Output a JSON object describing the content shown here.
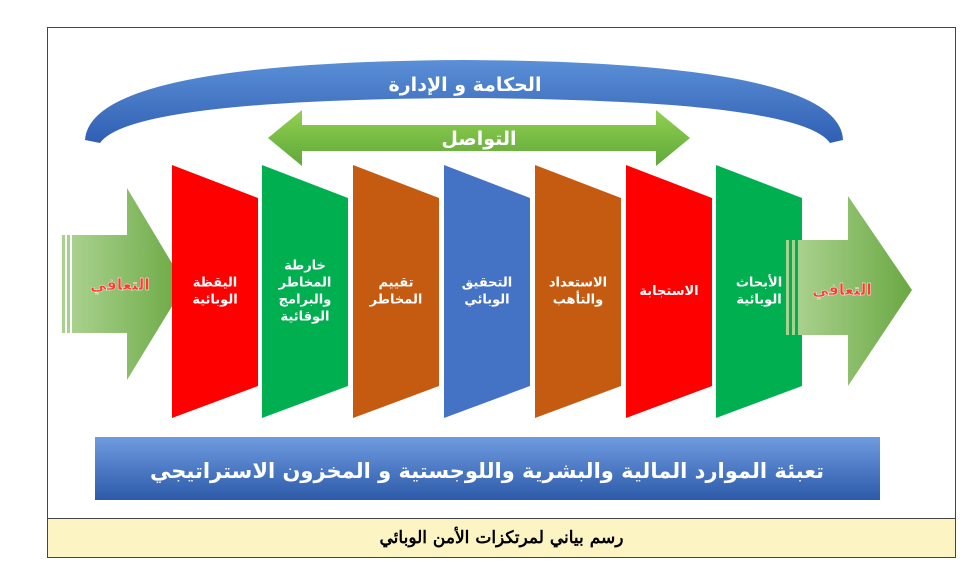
{
  "governance": "الحكامة و الإدارة",
  "communication": "التواصل",
  "recovery_left": "التعافي",
  "recovery_right": "التعافي",
  "stages": [
    {
      "lines": [
        "اليقظة",
        "الوبائية"
      ],
      "color": "#ff0000"
    },
    {
      "lines": [
        "خارطة",
        "المخاطر",
        "والبرامج",
        "الوقائية"
      ],
      "color": "#00b050"
    },
    {
      "lines": [
        "تقييم",
        "المخاطر"
      ],
      "color": "#c55a11"
    },
    {
      "lines": [
        "التحقيق",
        "الوبائي"
      ],
      "color": "#4472c4"
    },
    {
      "lines": [
        "الاستعداد",
        "والتأهب"
      ],
      "color": "#c55a11"
    },
    {
      "lines": [
        "الاستجابة"
      ],
      "color": "#ff0000"
    },
    {
      "lines": [
        "الأبحاث",
        "الوبائية"
      ],
      "color": "#00b050"
    }
  ],
  "resources": "تعبئة الموارد المالية والبشرية واللوجستية و المخزون الاستراتيجي",
  "caption": "رسم بياني لمرتكزات الأمن الوبائي"
}
